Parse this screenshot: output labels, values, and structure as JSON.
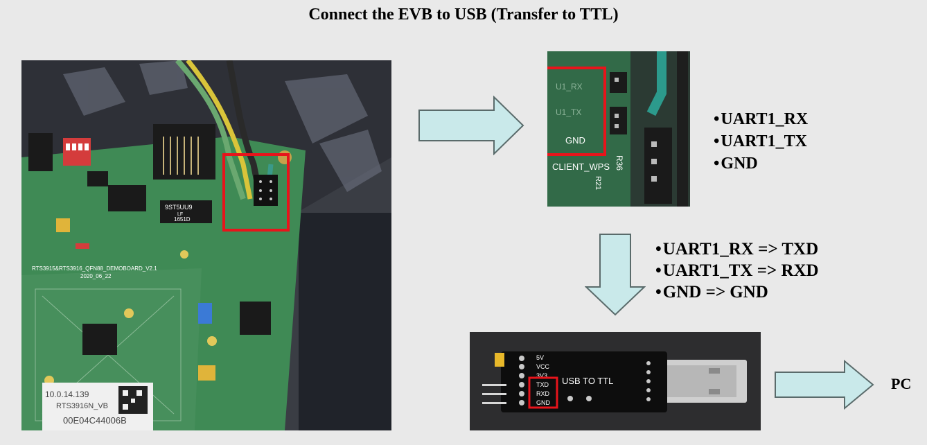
{
  "title": "Connect the EVB to USB (Transfer to TTL)",
  "colors": {
    "arrow_fill": "#c9e9ea",
    "arrow_stroke": "#5a6b6b",
    "highlight": "#e8141b",
    "pcb_green": "#3f8a55",
    "background": "#e9e9e9"
  },
  "evb_photo": {
    "board_labels": [
      "RTS3915&RTS3916_QFN88_DEMOBOARD_V2.1",
      "2020_06_22"
    ],
    "chip_label": [
      "9ST5UU9",
      "LF",
      "1651D"
    ],
    "sticker": [
      "10.0.14.139",
      "RTS3916N_VB",
      "00E04C44006B"
    ]
  },
  "header_photo": {
    "labels": [
      "U1_RX",
      "U1_TX",
      "GND",
      "R36",
      "CLIENT_WPS",
      "R21"
    ]
  },
  "pins_list": {
    "items": [
      "UART1_RX",
      "UART1_TX",
      "GND"
    ]
  },
  "mapping_list": {
    "items": [
      "UART1_RX => TXD",
      "UART1_TX => RXD",
      "GND => GND"
    ]
  },
  "usb_photo": {
    "pin_labels": [
      "5V",
      "VCC",
      "3V3",
      "TXD",
      "RXD",
      "GND"
    ],
    "board_text": "USB TO TTL"
  },
  "pc_label": "PC"
}
